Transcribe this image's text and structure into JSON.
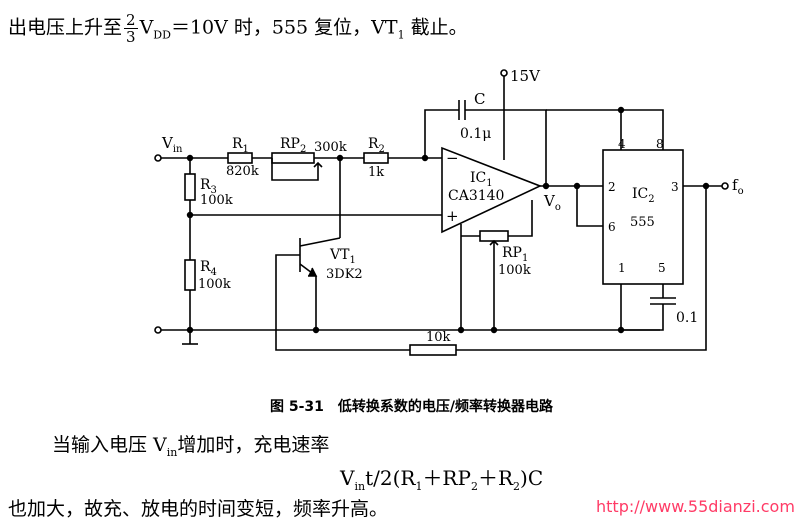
{
  "intro": {
    "prefix": "出电压上升至",
    "frac_num": "2",
    "frac_den": "3",
    "v": "V",
    "v_sub": "DD",
    "suffix_a": "＝10V 时，555 复位，VT",
    "vt_sub": "1",
    "suffix_b": " 截止。"
  },
  "labels": {
    "supply": "15V",
    "cap_c": "C",
    "cap_c_val": "0.1μ",
    "vin": "V",
    "vin_sub": "in",
    "r1": "R",
    "r1_sub": "1",
    "r1_val": "820k",
    "rp2": "RP",
    "rp2_sub": "2",
    "rp2_val": "300k",
    "r2": "R",
    "r2_sub": "2",
    "r2_val": "1k",
    "r3": "R",
    "r3_sub": "3",
    "r3_val": "100k",
    "r4": "R",
    "r4_sub": "4",
    "r4_val": "100k",
    "ic1": "IC",
    "ic1_sub": "1",
    "ic1_part": "CA3140",
    "minus": "−",
    "plus": "+",
    "vo": "V",
    "vo_sub": "o",
    "rp1": "RP",
    "rp1_sub": "1",
    "rp1_val": "100k",
    "vt1": "VT",
    "vt1_sub": "1",
    "vt1_part": "3DK2",
    "ic2": "IC",
    "ic2_sub": "2",
    "ic2_part": "555",
    "pin2": "2",
    "pin3": "3",
    "pin4": "4",
    "pin8": "8",
    "pin6": "6",
    "pin1": "1",
    "pin5": "5",
    "fo": "f",
    "fo_sub": "o",
    "cap5_val": "0.1",
    "r_fb_val": "10k"
  },
  "caption": {
    "number": "图 5-31",
    "title": "低转换系数的电压/频率转换器电路"
  },
  "line2": {
    "a": "当输入电压 V",
    "sub": "in",
    "b": "增加时，充电速率"
  },
  "formula": {
    "a": "V",
    "in_sub": "in",
    "b": "t/2(R",
    "r1_sub": "1",
    "c": "＋RP",
    "rp2_sub": "2",
    "d": "＋R",
    "r2_sub": "2",
    "e": ")C"
  },
  "line3": "也加大，故充、放电的时间变短，频率升高。",
  "watermark": "http://www.55dianzi.com",
  "colors": {
    "ink": "#000000",
    "watermark": "#ff3b66"
  }
}
